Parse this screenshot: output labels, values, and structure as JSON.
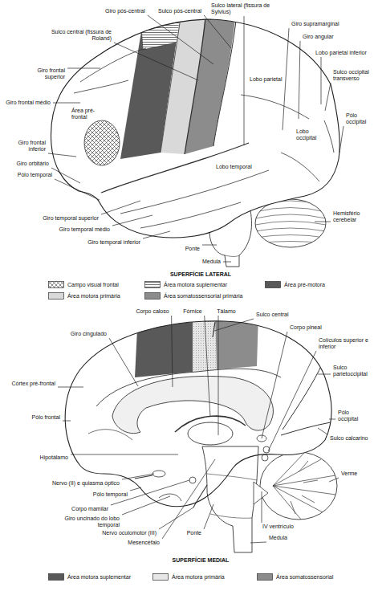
{
  "diagram": {
    "labels": [
      "Giro pós-central",
      "Sulco pós-central",
      "Sulco lateral (fissura de Sylvius)",
      "Giro supramarginal",
      "Sulco central (fissura de Roland)",
      "Giro angular",
      "Giro frontal superior",
      "Lobo parietal inferior",
      "Lobo parietal",
      "Sulco occipital transverso",
      "Giro frontal médio",
      "Área pré-frontal",
      "Pólo occipital",
      "Lobo occipital",
      "Giro frontal inferior",
      "Giro orbitário",
      "Lobo temporal",
      "Pólo temporal",
      "Hemisfério cerebelar",
      "Giro temporal superior",
      "Giro temporal médio",
      "Giro temporal inferior",
      "Ponte",
      "Medula",
      "SUPERFÍCIE LATERAL",
      "Corpo caloso",
      "Fórnice",
      "Tálamo",
      "Giro cingulado",
      "Sulco central",
      "Corpo pineal",
      "Colículos superior e inferior",
      "Córtex pré-frontal",
      "Sulco parietoccipital",
      "Pólo frontal",
      "Pólo occipital",
      "Sulco calcarino",
      "Hipotálamo",
      "Verme",
      "Nervo (II) e quiasma óptico",
      "Pólo temporal",
      "Corpo mamilar",
      "IV ventrículo",
      "Giro uncinado do lobo temporal",
      "Ponte",
      "Nervo oculomotor (III)",
      "Medula",
      "Mesencéfalo",
      "SUPERFÍCIE MEDIAL"
    ],
    "legend": [
      {
        "text": "Campo visual frontal"
      },
      {
        "text": "Área motora suplementar"
      },
      {
        "text": "Área pré-motora",
        "color": "#595959"
      },
      {
        "text": "Área motora primária",
        "color": "#d9d9d9"
      },
      {
        "text": "Área somatossensorial primária",
        "color": "#8c8c8c"
      },
      {
        "text": "Área motora suplementar",
        "color": "#595959"
      },
      {
        "text": "Área motora primária",
        "color": "#e6e6e6"
      },
      {
        "text": "Área somatossensorial",
        "color": "#8c8c8c"
      }
    ]
  }
}
